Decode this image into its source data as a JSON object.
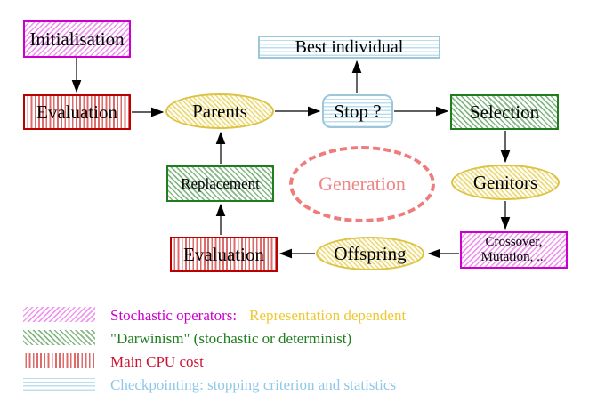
{
  "palette": {
    "magenta": "#cc00cc",
    "magenta_hatch": "#ee99ee",
    "red": "#bb0000",
    "red_stripe": "#dd6b6b",
    "green": "#1f7d1f",
    "green_hatch": "#86b986",
    "cyan_border": "#9cc6da",
    "cyan_stripe": "#bcdfee",
    "yellow_border": "#dcc344",
    "yellow_hatch": "#ecd97e",
    "salmon": "#ef7b7b",
    "gold_text": "#eec832",
    "light_blue_text": "#8fc8e8",
    "crimson_text": "#cc1133",
    "arrow": "#000000"
  },
  "nodes": {
    "initialisation": {
      "label": "Initialisation"
    },
    "evaluation_top": {
      "label": "Evaluation"
    },
    "parents": {
      "label": "Parents"
    },
    "best_individual": {
      "label": "Best individual"
    },
    "stop": {
      "label": "Stop ?"
    },
    "selection": {
      "label": "Selection"
    },
    "genitors": {
      "label": "Genitors"
    },
    "crossover_mutation": {
      "line1": "Crossover,",
      "line2": "Mutation, ..."
    },
    "offspring": {
      "label": "Offspring"
    },
    "evaluation_bottom": {
      "label": "Evaluation"
    },
    "replacement": {
      "label": "Replacement"
    },
    "generation": {
      "label": "Generation"
    }
  },
  "legend": {
    "items": [
      {
        "swatch": "magenta-diagonal-hatch",
        "text": "Stochastic operators:",
        "text2": "Representation dependent"
      },
      {
        "swatch": "green-diagonal-hatch",
        "text": "\"Darwinism\" (stochastic or determinist)"
      },
      {
        "swatch": "red-vertical-stripes",
        "text": "Main CPU cost"
      },
      {
        "swatch": "cyan-horizontal-stripes",
        "text": "Checkpointing: stopping criterion and statistics"
      }
    ]
  }
}
